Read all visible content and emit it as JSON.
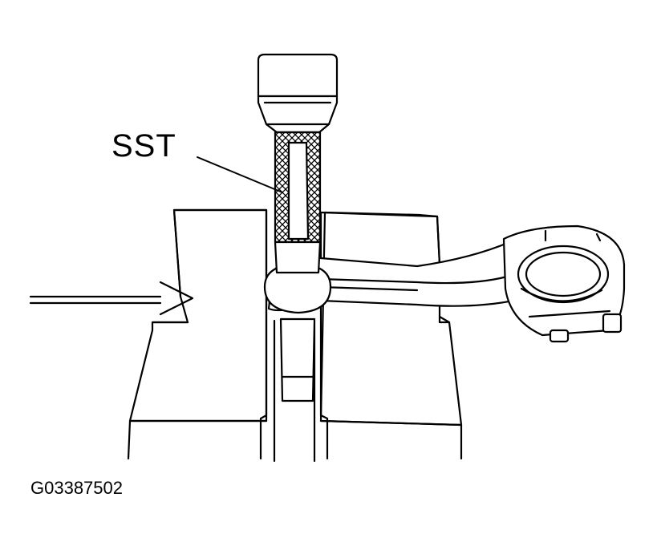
{
  "diagram": {
    "callouts": {
      "tool_label": "SST"
    },
    "figure_id": "G03387502",
    "colors": {
      "line": "#000000",
      "background": "#ffffff"
    },
    "parts": [
      "press-ram",
      "sst-tool",
      "press-block",
      "connecting-rod",
      "piston-pin",
      "direction-arrow"
    ]
  }
}
